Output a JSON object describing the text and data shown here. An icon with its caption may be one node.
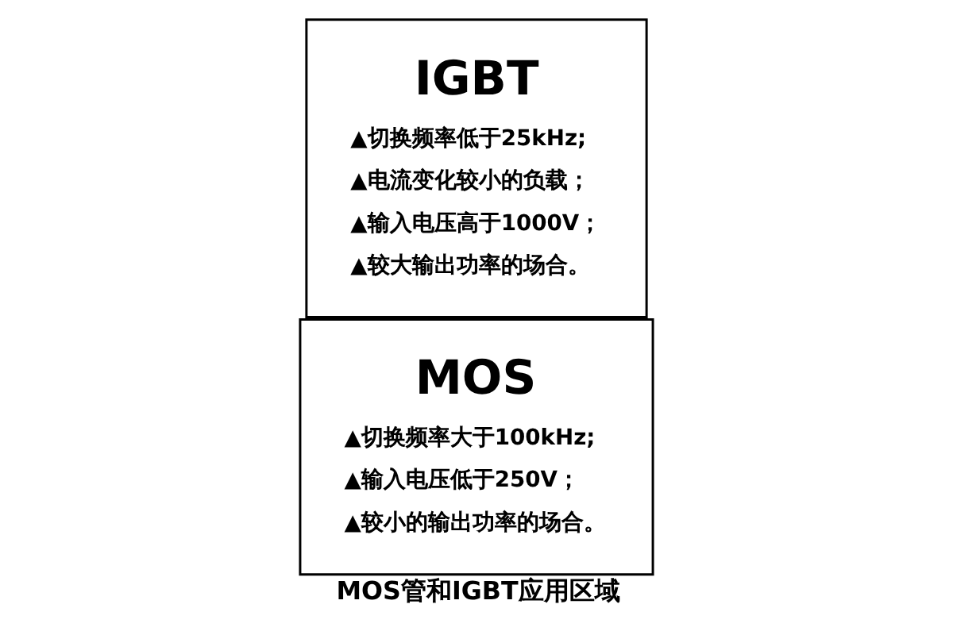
{
  "diagram": {
    "caption": "MOS管和IGBT应用区域",
    "nodes": [
      {
        "text": [
          "MOS",
          "▲切换频率大于100kHz;",
          "▲输入电压低于250V；",
          "▲较小的输出功率的场合。"
        ]
      },
      {
        "text": [
          "IGBT",
          "▲切换频率低于25kHz;",
          "▲电流变化较小的负载；",
          "▲输入电压高于1000V；",
          "▲较大输出功率的场合。"
        ]
      }
    ],
    "edges": []
  }
}
